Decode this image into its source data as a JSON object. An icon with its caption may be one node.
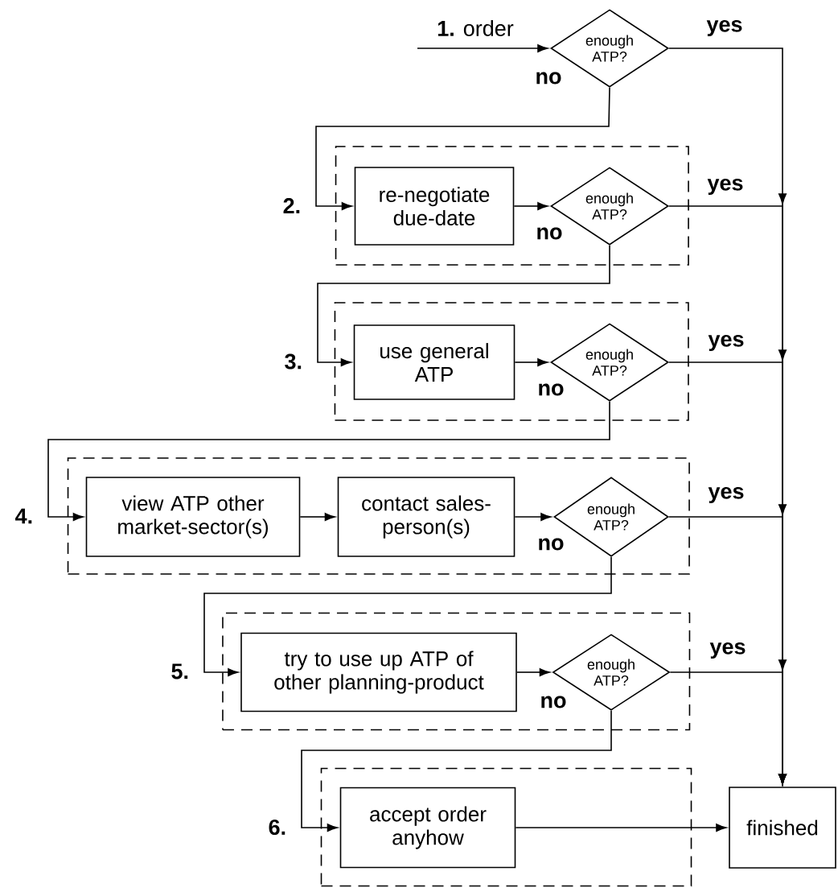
{
  "diagram": {
    "nodes": [
      {
        "text": [
          "enough ATP?"
        ]
      },
      {
        "text": [
          "2."
        ]
      },
      {
        "text": [
          "re-negotiate due-date"
        ],
        "in": 1
      },
      {
        "text": [
          "enough ATP?"
        ],
        "in": 1
      },
      {
        "text": [
          "3."
        ]
      },
      {
        "text": [
          "use general ATP"
        ],
        "in": 4
      },
      {
        "text": [
          "enough ATP?"
        ],
        "in": 4
      },
      {
        "text": [
          "4."
        ]
      },
      {
        "text": [
          "view ATP other market-sector(s)"
        ],
        "in": 7
      },
      {
        "text": [
          "contact sales-person(s)"
        ],
        "in": 7
      },
      {
        "text": [
          "enough ATP?"
        ],
        "in": 7
      },
      {
        "text": [
          "5."
        ]
      },
      {
        "text": [
          "try to use up ATP of other planning-product"
        ],
        "in": 11
      },
      {
        "text": [
          "enough ATP?"
        ],
        "in": 11
      },
      {
        "text": [
          "6."
        ]
      },
      {
        "text": [
          "accept order anyhow"
        ],
        "in": 14
      },
      {
        "text": [
          "finished"
        ]
      }
    ],
    "edges": [
      {
        "from": null,
        "to": 0,
        "arrow": "to",
        "label": "**1.** order"
      },
      {
        "from": 0,
        "to": 16,
        "arrow": "to",
        "label": "yes"
      },
      {
        "from": 0,
        "to": 2,
        "arrow": "to",
        "label": "no"
      },
      {
        "from": 2,
        "to": 3,
        "arrow": "to"
      },
      {
        "from": 3,
        "to": 16,
        "arrow": "to",
        "label": "yes"
      },
      {
        "from": 3,
        "to": 5,
        "arrow": "to",
        "label": "no"
      },
      {
        "from": 5,
        "to": 6,
        "arrow": "to"
      },
      {
        "from": 6,
        "to": 16,
        "arrow": "to",
        "label": "yes"
      },
      {
        "from": 6,
        "to": 8,
        "arrow": "to",
        "label": "no"
      },
      {
        "from": 8,
        "to": 9,
        "arrow": "to"
      },
      {
        "from": 9,
        "to": 10,
        "arrow": "to"
      },
      {
        "from": 10,
        "to": 16,
        "arrow": "to",
        "label": "yes"
      },
      {
        "from": 10,
        "to": 12,
        "arrow": "to",
        "label": "no"
      },
      {
        "from": 12,
        "to": 13,
        "arrow": "to"
      },
      {
        "from": 13,
        "to": 16,
        "arrow": "to",
        "label": "yes"
      },
      {
        "from": 13,
        "to": 15,
        "arrow": "to",
        "label": "no"
      },
      {
        "from": 15,
        "to": 16,
        "arrow": "to"
      }
    ]
  }
}
